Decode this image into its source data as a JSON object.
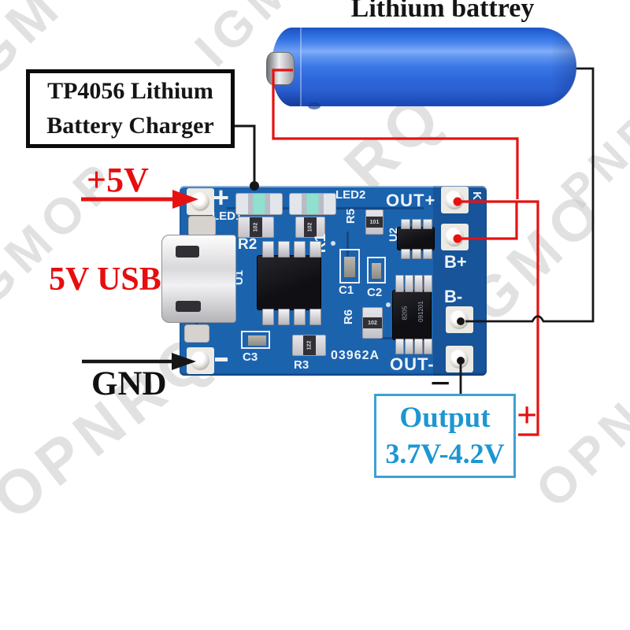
{
  "title": "Lithium battrey",
  "charger_box": {
    "line1": "TP4056 Lithium",
    "line2": "Battery Charger"
  },
  "labels": {
    "input_voltage": "+5V",
    "usb": "5V USB",
    "ground": "GND",
    "output_plus": "+",
    "output_minus": "−"
  },
  "output_box": {
    "title": "Output",
    "range": "3.7V-4.2V"
  },
  "board": {
    "silkscreen": {
      "plus": "+",
      "led1": "LED1",
      "led2": "LED2",
      "out_plus": "OUT+",
      "k": "K",
      "b_plus": "B+",
      "b_minus": "B-",
      "out_minus": "OUT-",
      "r1": "R1",
      "r2": "R2",
      "r3": "R3",
      "r5": "R5",
      "r6": "R6",
      "c1": "C1",
      "c2": "C2",
      "c3": "C3",
      "u1": "U1",
      "u2": "U2",
      "part_number": "03962A",
      "pad_minus": "-"
    },
    "components": {
      "r2_code": "102",
      "r1_code": "102",
      "r5_code": "101",
      "r6_code": "102",
      "r3_code": "122",
      "u2_marking_1": "8205",
      "u2_marking_2": "091201"
    }
  },
  "watermark": {
    "text": "IGMOPNRQ",
    "fragments": {
      "f1": "GM",
      "f2": "IGM",
      "f3": "RQ",
      "f4": "GMOP",
      "f5": "OPNRQ",
      "f6": "GMO",
      "f7": "PNR",
      "f8": "OPN"
    }
  },
  "colors": {
    "wire_red": "#e61212",
    "wire_black": "#161616",
    "board_blue": "#1c63ae",
    "battery_blue": "#3a77e6",
    "output_blue": "#1e96d2",
    "annotation_red": "#e60e0e"
  }
}
